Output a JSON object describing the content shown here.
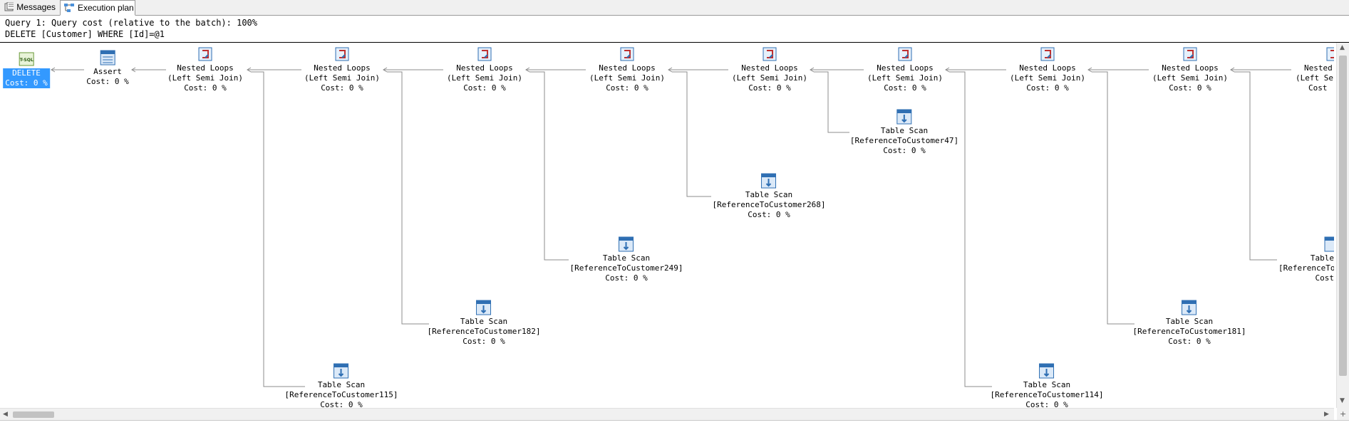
{
  "tabs": [
    {
      "label": "Messages",
      "icon": "messages-icon",
      "active": false
    },
    {
      "label": "Execution plan",
      "icon": "execution-plan-icon",
      "active": true
    }
  ],
  "header": {
    "line1": "Query 1: Query cost (relative to the batch): 100%",
    "line2": "DELETE [Customer] WHERE [Id]=@1"
  },
  "nodes": {
    "delete": {
      "icon_text": "T-SQL",
      "label": "DELETE",
      "cost": "Cost: 0 %"
    },
    "assert": {
      "label": "Assert",
      "cost": "Cost: 0 %"
    },
    "loop_label": "Nested Loops",
    "loop_join": "(Left Semi Join)",
    "loop_join_cut": "(Left Se",
    "loop_cut": "Nested",
    "loop_cost": "Cost: 0 %",
    "loop_cost_cut": "Cost",
    "scan_label": "Table Scan",
    "scan_label_cut": "Table",
    "scan_cost": "Cost: 0 %",
    "scan_cost_cut": "Cost",
    "scans": [
      "[ReferenceToCustomer115]",
      "[ReferenceToCustomer182]",
      "[ReferenceToCustomer249]",
      "[ReferenceToCustomer268]",
      "[ReferenceToCustomer47]",
      "[ReferenceToCustomer114]",
      "[ReferenceToCustomer181]",
      "[ReferenceToC"
    ]
  },
  "colors": {
    "selected": "#3399ff",
    "icon_blue": "#2f6fb3",
    "line": "#8c8c8c"
  }
}
